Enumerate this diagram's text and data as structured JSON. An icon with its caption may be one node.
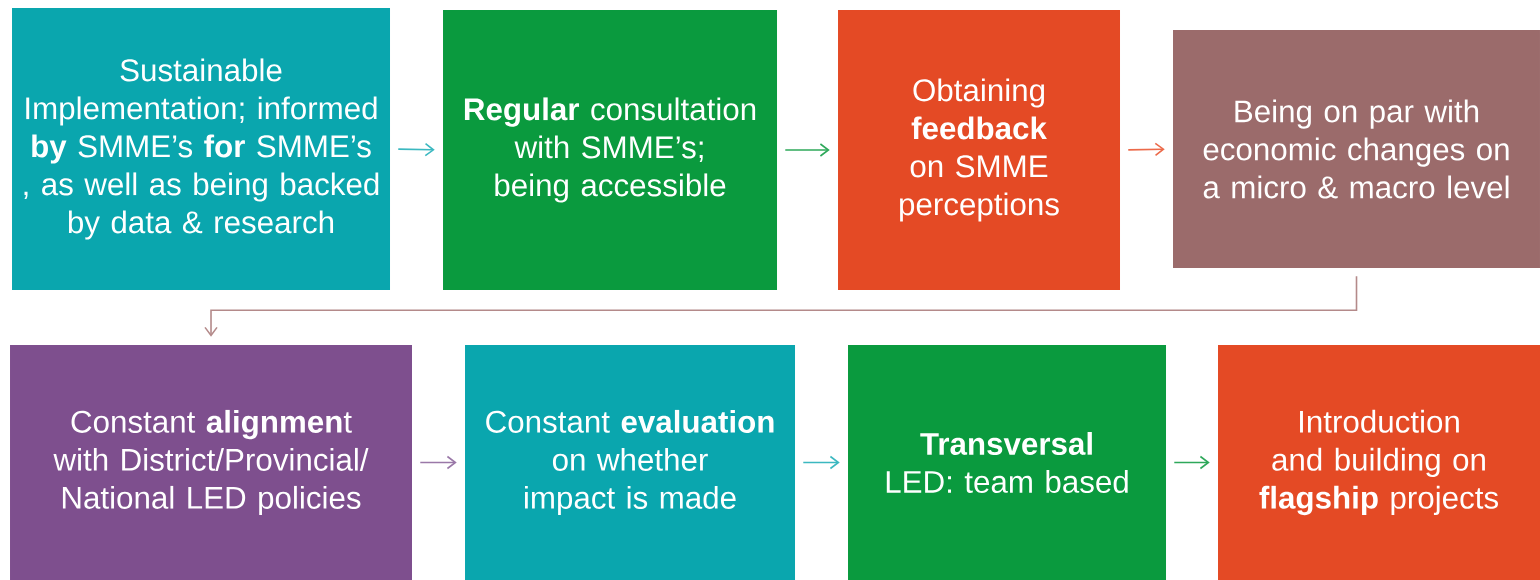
{
  "diagram": {
    "nodes": [
      {
        "text": [
          "Sustainable Implementation; informed **by** SMME’s **for** SMME’s , as well as being backed by data & research"
        ]
      },
      {
        "text": [
          "**Regular** consultation with SMME’s; being accessible"
        ]
      },
      {
        "text": [
          "Obtaining **feedback** on SMME perceptions"
        ]
      },
      {
        "text": [
          "Being on par with economic changes on a micro & macro level"
        ]
      },
      {
        "text": [
          "Constant **alignmen**t with District/Provincial/ National LED policies"
        ]
      },
      {
        "text": [
          "Constant **evaluation** on whether impact is made"
        ]
      },
      {
        "text": [
          "**Transversal** LED: team based"
        ]
      },
      {
        "text": [
          "Introduction and building on **flagship** projects"
        ]
      }
    ],
    "edges": [
      {
        "from": 0,
        "to": 1,
        "arrow": "to",
        "color": "#3bb8c0"
      },
      {
        "from": 1,
        "to": 2,
        "arrow": "to",
        "color": "#2ea85a"
      },
      {
        "from": 2,
        "to": 3,
        "arrow": "to",
        "color": "#ec6a4a"
      },
      {
        "from": 3,
        "to": 4,
        "arrow": "to",
        "color": "#b48a8a"
      },
      {
        "from": 4,
        "to": 5,
        "arrow": "to",
        "color": "#9a78a8"
      },
      {
        "from": 5,
        "to": 6,
        "arrow": "to",
        "color": "#3bb8c0"
      },
      {
        "from": 6,
        "to": 7,
        "arrow": "to",
        "color": "#2ea85a"
      }
    ]
  }
}
